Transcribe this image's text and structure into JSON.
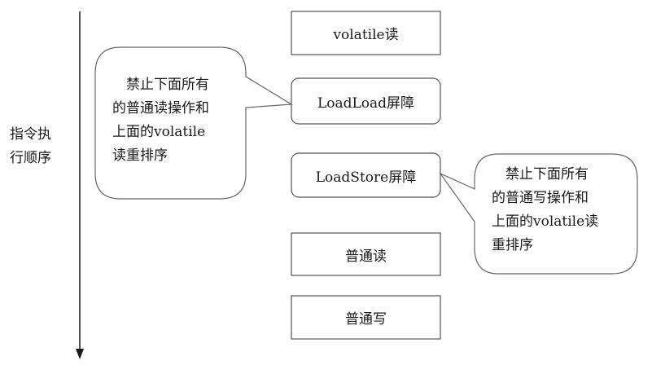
{
  "timeline": {
    "label_line1": "指令执",
    "label_line2": "行顺序"
  },
  "boxes": [
    {
      "label": "volatile读"
    },
    {
      "label": "LoadLoad屏障"
    },
    {
      "label": "LoadStore屏障"
    },
    {
      "label": "普通读"
    },
    {
      "label": "普通写"
    }
  ],
  "callouts": {
    "left": {
      "lines": [
        "禁止下面所有",
        "的普通读操作和",
        "上面的volatile",
        "读重排序"
      ]
    },
    "right": {
      "lines": [
        "禁止下面所有",
        "的普通写操作和",
        "上面的volatile读",
        "重排序"
      ]
    }
  }
}
